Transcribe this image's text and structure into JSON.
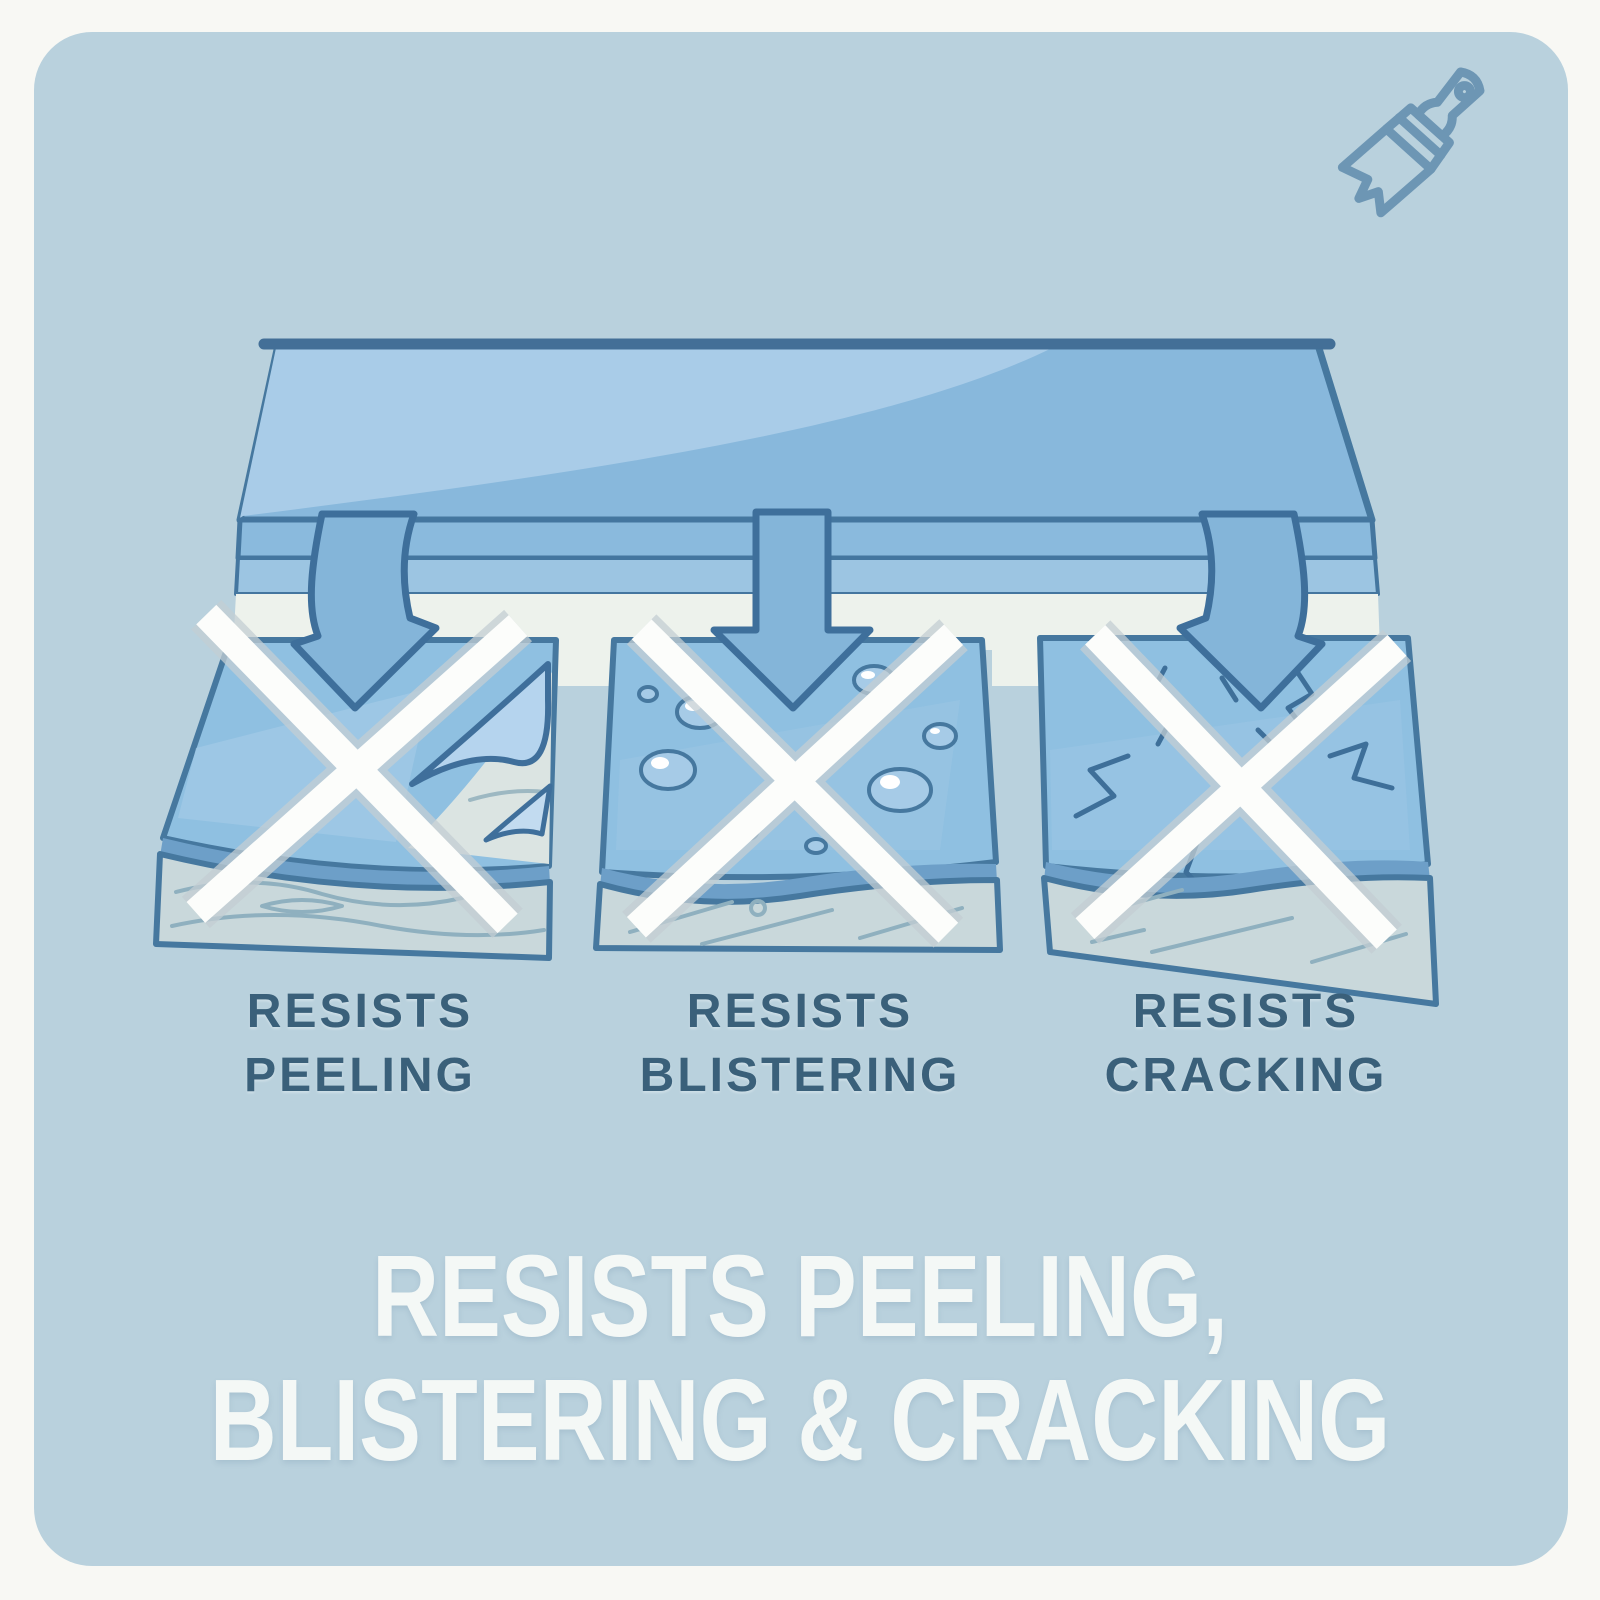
{
  "card": {
    "background_color": "#b9d1dd",
    "outer_background_color": "#f8f8f4"
  },
  "brush_icon": {
    "name": "paintbrush-icon",
    "color": "#6d96b4"
  },
  "feature_items": [
    {
      "id": "peeling",
      "label_line1": "RESISTS",
      "label_line2": "PEELING"
    },
    {
      "id": "blistering",
      "label_line1": "RESISTS",
      "label_line2": "BLISTERING"
    },
    {
      "id": "cracking",
      "label_line1": "RESISTS",
      "label_line2": "CRACKING"
    }
  ],
  "headline": {
    "line1": "RESISTS PEELING,",
    "line2": "BLISTERING & CRACKING",
    "color": "#f4f8f6"
  },
  "illustration_colors": {
    "outline_blue": "#46789f",
    "slab_top_light": "#a9cce8",
    "slab_top_dark": "#88b8dc",
    "slab_front": "#8abadd",
    "panel_paint_blue": "#8fc0e1",
    "paint_edge_band": "#6d9fc8",
    "wood_face": "#c9d8db",
    "wood_grain": "#8fb0bf",
    "gap_white": "#edf2ec",
    "arrow_fill": "#84b5d9",
    "arrow_outline": "#3e6f9b",
    "x_mark_white": "#fcfdfb",
    "x_mark_halo": "#c3ced3",
    "label_text": "#3a607a"
  }
}
